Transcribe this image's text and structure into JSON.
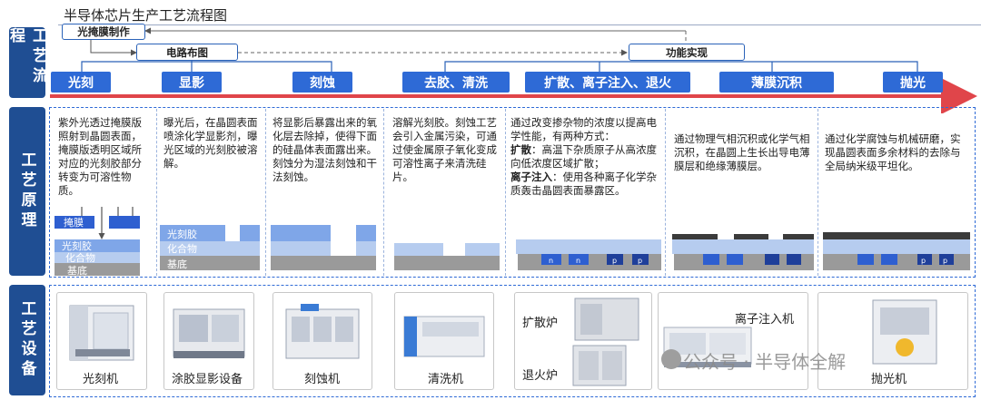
{
  "title": "半导体芯片生产工艺流程图",
  "sidebar": {
    "flow": "工艺流程",
    "principle": "工艺原理",
    "equipment": "工艺设备"
  },
  "groups": {
    "mask": "光掩膜制作",
    "circuit": "电路布图",
    "function": "功能实现"
  },
  "steps": [
    "光刻",
    "显影",
    "刻蚀",
    "去胶、清洗",
    "扩散、离子注入、退火",
    "薄膜沉积",
    "抛光"
  ],
  "principles": {
    "p1": "紫外光透过掩膜版照射到晶圆表面，掩膜版透明区域所对应的光刻胶部分转变为可溶性物质。",
    "p2": "曝光后，在晶圆表面喷涂化学显影剂，曝光区域的光刻胶被溶解。",
    "p3": "将显影后暴露出来的氧化层去除掉，使得下面的硅晶体表面露出来。刻蚀分为湿法刻蚀和干法刻蚀。",
    "p4": "溶解光刻胶。刻蚀工艺会引入金属污染，可通过使金属原子氧化变成可溶性离子来清洗硅片。",
    "p5_intro": "通过改变掺杂物的浓度以提高电学性能，有两种方式：",
    "p5_diff_label": "扩散",
    "p5_diff": "：高温下杂质原子从高浓度向低浓度区域扩散；",
    "p5_ion_label": "离子注入",
    "p5_ion": "：使用各种离子化学杂质轰击晶圆表面暴露区。",
    "p6": "通过物理气相沉积或化学气相沉积，在晶圆上生长出导电薄膜层和绝缘薄膜层。",
    "p7": "通过化学腐蚀与机械研磨，实现晶圆表面多余材料的去除与全局纳米级平坦化。"
  },
  "layers": {
    "mask": "掩膜",
    "photoresist": "光刻胶",
    "compound": "化合物",
    "substrate": "基底",
    "n": "n",
    "p": "p"
  },
  "equipment": {
    "e1": "光刻机",
    "e2": "涂胶显影设备",
    "e3": "刻蚀机",
    "e4": "清洗机",
    "e5a": "扩散炉",
    "e5b": "退火炉",
    "e6": "离子注入机",
    "e7": "抛光机"
  },
  "watermark": "公众号 · 半导体全解",
  "colors": {
    "brand": "#1f4e93",
    "step": "#2e6ad6",
    "arrow": "#e0454a",
    "photoresist": "#7fa6e8",
    "compound": "#b6ccef",
    "substrate": "#9a9a9a",
    "mask": "#2e5fd0",
    "dark_film": "#3b3b3b"
  }
}
